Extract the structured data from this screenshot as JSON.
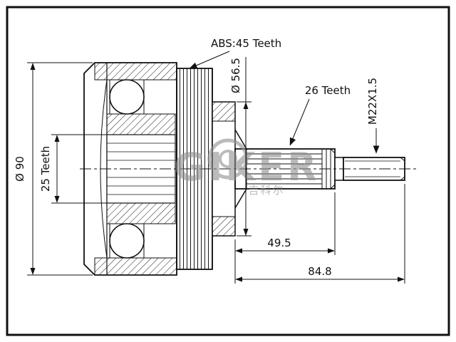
{
  "drawing": {
    "background": "#ffffff",
    "line_color": "#111111",
    "labels": {
      "abs_teeth": "ABS:45 Teeth",
      "hub_diameter": "Ø 56.5",
      "shaft_teeth": "26 Teeth",
      "thread_spec": "M22X1.5",
      "outer_diameter": "Ø 90",
      "inner_spline_teeth": "25 Teeth",
      "spline_length": "49.5",
      "shaft_length": "84.8"
    },
    "watermark": {
      "brand": "GIKER",
      "brand_cn": "吉科尔",
      "color": "#8f8f8f"
    }
  }
}
